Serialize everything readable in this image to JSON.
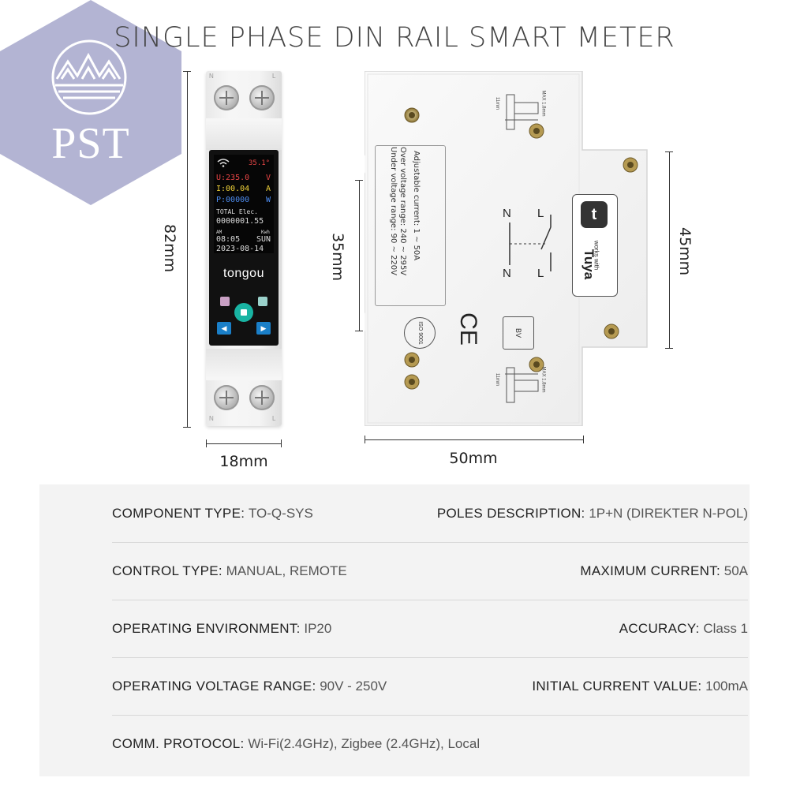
{
  "logo": {
    "text": "PST",
    "color": "#b3b4d3"
  },
  "title": "SINGLE PHASE DIN RAIL SMART METER",
  "dimensions": {
    "front_height": "82mm",
    "front_width": "18mm",
    "side_inner_height": "35mm",
    "side_width": "50mm",
    "side_height": "45mm"
  },
  "front_meter": {
    "top_terminal_labels": [
      "N",
      "L"
    ],
    "bottom_terminal_labels": [
      "N",
      "L"
    ],
    "lcd": {
      "temp": "35.1°",
      "voltage": "U:235.0",
      "voltage_unit": "V",
      "current": "I:00.04",
      "current_unit": "A",
      "power": "P:00000",
      "power_unit": "W",
      "total_label": "TOTAL Elec.",
      "total_value": "0000001.55",
      "total_unit": "Kwh",
      "ampm": "AM",
      "time": "08:05",
      "day": "SUN",
      "date": "2023-08-14"
    },
    "brand": "tongou"
  },
  "side_meter": {
    "label_lines": [
      "Adjustable current: 1 ~ 50A",
      "Over voltage range: 240 ~ 295V",
      "Under voltage range: 90 ~ 220V"
    ],
    "circuit_labels": [
      "N",
      "L",
      "N",
      "L"
    ],
    "tuya_works_with": "works with",
    "tuya_brand": "Tuya",
    "ce_mark": "CE",
    "iso_mark": "ISO 9001",
    "bv_mark": "BV",
    "clamp_text": "MAX 1.8mm",
    "clamp_dim": "11mm"
  },
  "specs": [
    {
      "left_label": "COMPONENT TYPE:",
      "left_value": "TO-Q-SYS",
      "right_label": "POLES DESCRIPTION:",
      "right_value": "1P+N (DIREKTER N-POL)"
    },
    {
      "left_label": "CONTROL TYPE:",
      "left_value": "MANUAL, REMOTE",
      "right_label": "MAXIMUM CURRENT:",
      "right_value": "50A"
    },
    {
      "left_label": "OPERATING ENVIRONMENT:",
      "left_value": "IP20",
      "right_label": "ACCURACY:",
      "right_value": "Class 1"
    },
    {
      "left_label": "OPERATING VOLTAGE RANGE:",
      "left_value": "90V - 250V",
      "right_label": "INITIAL CURRENT VALUE:",
      "right_value": "100mA"
    },
    {
      "left_label": "COMM. PROTOCOL:",
      "left_value": "Wi-Fi(2.4GHz), Zigbee (2.4GHz), Local",
      "right_label": "",
      "right_value": ""
    }
  ]
}
